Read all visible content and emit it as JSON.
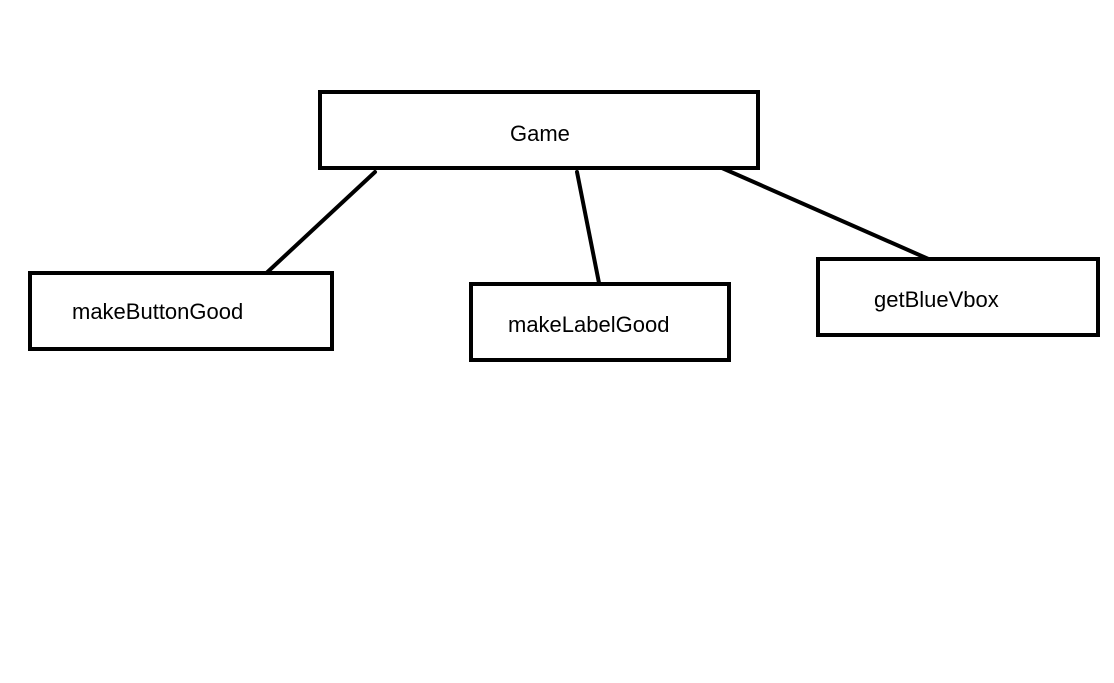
{
  "diagram": {
    "root": {
      "label": "Game"
    },
    "children": [
      {
        "id": "button",
        "label": "makeButtonGood"
      },
      {
        "id": "label",
        "label": "makeLabelGood"
      },
      {
        "id": "vbox",
        "label": "getBlueVbox"
      }
    ],
    "edges": [
      {
        "from": "Game",
        "to": "makeButtonGood"
      },
      {
        "from": "Game",
        "to": "makeLabelGood"
      },
      {
        "from": "Game",
        "to": "getBlueVbox"
      }
    ],
    "colors": {
      "stroke": "#000000",
      "background": "#ffffff"
    }
  }
}
